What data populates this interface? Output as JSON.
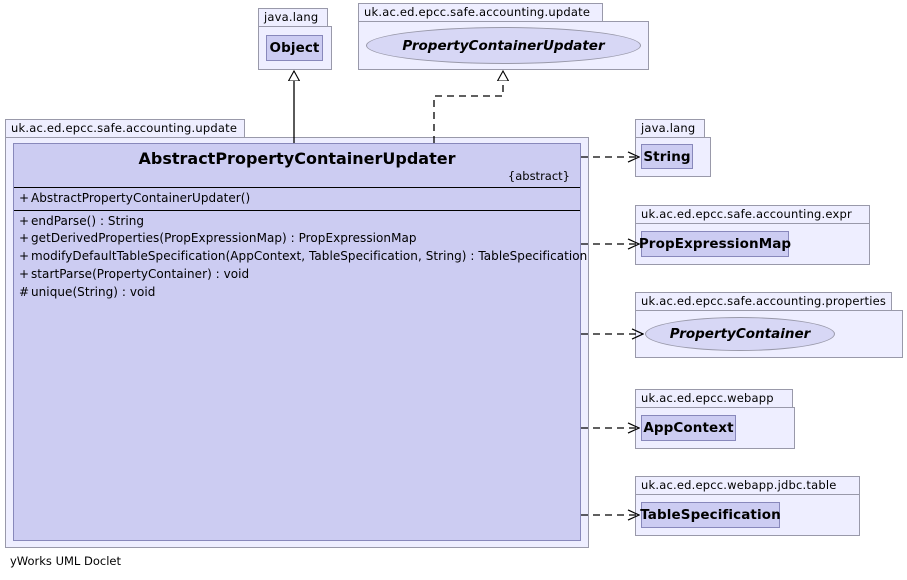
{
  "diagram": {
    "title": "AbstractPropertyContainerUpdater class diagram",
    "footer": "yWorks UML Doclet",
    "colors": {
      "background": "#ffffff",
      "package_fill": "#eeeeff",
      "package_border": "#9999aa",
      "class_fill": "#ccccf2",
      "class_border": "#8888bb",
      "interface_fill": "#d7d7f5",
      "line": "#000000"
    }
  },
  "nodes": {
    "object": {
      "package": "java.lang",
      "name": "Object",
      "kind": "class"
    },
    "property_container_updater": {
      "package": "uk.ac.ed.epcc.safe.accounting.update",
      "name": "PropertyContainerUpdater",
      "kind": "interface"
    },
    "main": {
      "package": "uk.ac.ed.epcc.safe.accounting.update",
      "name": "AbstractPropertyContainerUpdater",
      "stereotype": "{abstract}",
      "kind": "abstract-class",
      "constructors": [
        {
          "visibility": "+",
          "signature": "AbstractPropertyContainerUpdater()"
        }
      ],
      "methods": [
        {
          "visibility": "+",
          "signature": "endParse() : String"
        },
        {
          "visibility": "+",
          "signature": "getDerivedProperties(PropExpressionMap) : PropExpressionMap"
        },
        {
          "visibility": "+",
          "signature": "modifyDefaultTableSpecification(AppContext, TableSpecification, String) : TableSpecification"
        },
        {
          "visibility": "+",
          "signature": "startParse(PropertyContainer) : void"
        },
        {
          "visibility": "#",
          "signature": "unique(String) : void"
        }
      ]
    },
    "string": {
      "package": "java.lang",
      "name": "String",
      "kind": "class"
    },
    "prop_expression_map": {
      "package": "uk.ac.ed.epcc.safe.accounting.expr",
      "name": "PropExpressionMap",
      "kind": "class"
    },
    "property_container": {
      "package": "uk.ac.ed.epcc.safe.accounting.properties",
      "name": "PropertyContainer",
      "kind": "interface"
    },
    "app_context": {
      "package": "uk.ac.ed.epcc.webapp",
      "name": "AppContext",
      "kind": "class"
    },
    "table_specification": {
      "package": "uk.ac.ed.epcc.webapp.jdbc.table",
      "name": "TableSpecification",
      "kind": "class"
    }
  },
  "edges": [
    {
      "from": "main",
      "to": "object",
      "type": "generalization",
      "style": "solid",
      "arrow": "hollow-triangle"
    },
    {
      "from": "main",
      "to": "property_container_updater",
      "type": "realization",
      "style": "dashed",
      "arrow": "hollow-triangle"
    },
    {
      "from": "main",
      "to": "string",
      "type": "dependency",
      "style": "dashed",
      "arrow": "open"
    },
    {
      "from": "main",
      "to": "prop_expression_map",
      "type": "dependency",
      "style": "dashed",
      "arrow": "open"
    },
    {
      "from": "main",
      "to": "property_container",
      "type": "dependency",
      "style": "dashed",
      "arrow": "open"
    },
    {
      "from": "main",
      "to": "app_context",
      "type": "dependency",
      "style": "dashed",
      "arrow": "open"
    },
    {
      "from": "main",
      "to": "table_specification",
      "type": "dependency",
      "style": "dashed",
      "arrow": "open"
    }
  ]
}
